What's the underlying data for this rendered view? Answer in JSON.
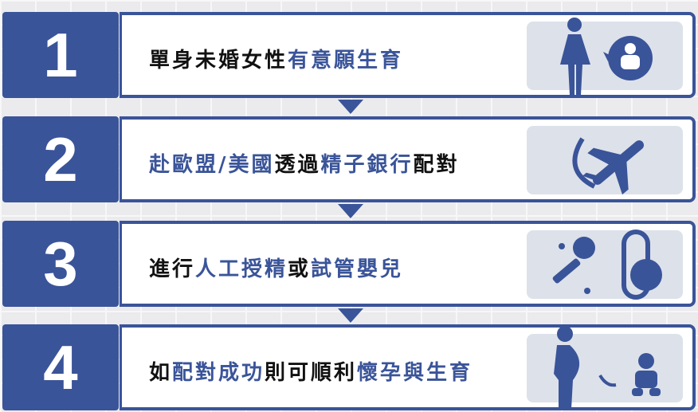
{
  "steps": [
    {
      "number": "1",
      "segments": [
        {
          "t": "單身未婚女性",
          "hl": false
        },
        {
          "t": "有意願生育",
          "hl": true
        }
      ],
      "icon": "woman-baby-icon"
    },
    {
      "number": "2",
      "segments": [
        {
          "t": "赴歐盟/美國",
          "hl": true
        },
        {
          "t": "透過",
          "hl": false
        },
        {
          "t": "精子銀行",
          "hl": true
        },
        {
          "t": "配對",
          "hl": false
        }
      ],
      "icon": "airplane-icon"
    },
    {
      "number": "3",
      "segments": [
        {
          "t": "進行",
          "hl": false
        },
        {
          "t": "人工授精",
          "hl": true
        },
        {
          "t": "或",
          "hl": false
        },
        {
          "t": "試管嬰兒",
          "hl": true
        }
      ],
      "icon": "insemination-ivf-icon"
    },
    {
      "number": "4",
      "segments": [
        {
          "t": "如",
          "hl": false
        },
        {
          "t": "配對成功",
          "hl": true
        },
        {
          "t": "則可順利",
          "hl": false
        },
        {
          "t": "懷孕與生育",
          "hl": true
        }
      ],
      "icon": "pregnant-baby-icon"
    }
  ],
  "colors": {
    "accent": "#3a5499",
    "panel": "#dde1ea"
  }
}
